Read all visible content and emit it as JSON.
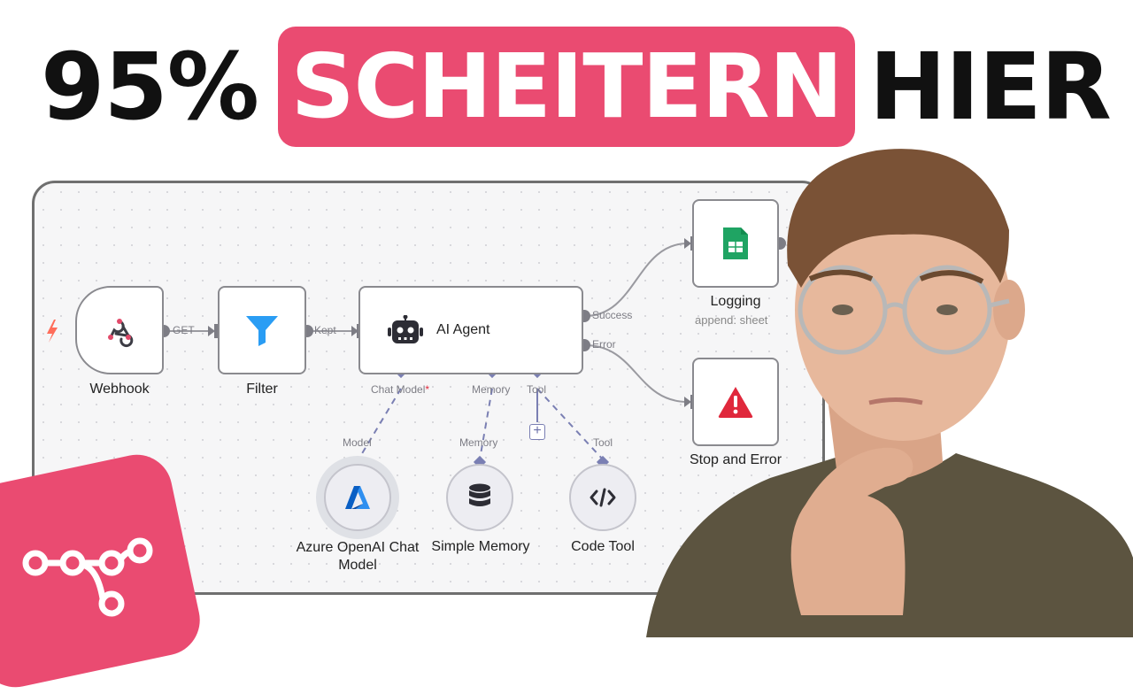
{
  "headline": {
    "left": "95%",
    "highlight": "SCHEITERN",
    "right": "HIER"
  },
  "colors": {
    "accent": "#ea4b71",
    "connector": "#7a7fb3",
    "sheets_green": "#1fa463",
    "error_red": "#e0283c",
    "azure_blue": "#1267cf"
  },
  "workflow": {
    "nodes": {
      "webhook": {
        "label": "Webhook",
        "icon": "webhook-icon"
      },
      "filter": {
        "label": "Filter",
        "icon": "filter-icon"
      },
      "agent": {
        "label": "AI Agent",
        "icon": "robot-icon"
      },
      "logging": {
        "label": "Logging",
        "sublabel": "append: sheet",
        "icon": "google-sheets-icon"
      },
      "stop": {
        "label": "Stop and Error",
        "icon": "warning-icon"
      },
      "azure": {
        "label_line1": "Azure OpenAI Chat",
        "label_line2": "Model",
        "icon": "azure-icon"
      },
      "memory": {
        "label": "Simple Memory",
        "icon": "database-icon"
      },
      "code": {
        "label": "Code Tool",
        "icon": "code-icon"
      }
    },
    "connections": {
      "get": "GET",
      "kept": "Kept",
      "success": "Success",
      "error": "Error"
    },
    "agent_ports": {
      "chat_model": "Chat Model",
      "required_mark": "*",
      "memory": "Memory",
      "tool": "Tool"
    },
    "sub_ports": {
      "model": "Model",
      "memory": "Memory",
      "tool": "Tool"
    },
    "add_tool": "+"
  }
}
